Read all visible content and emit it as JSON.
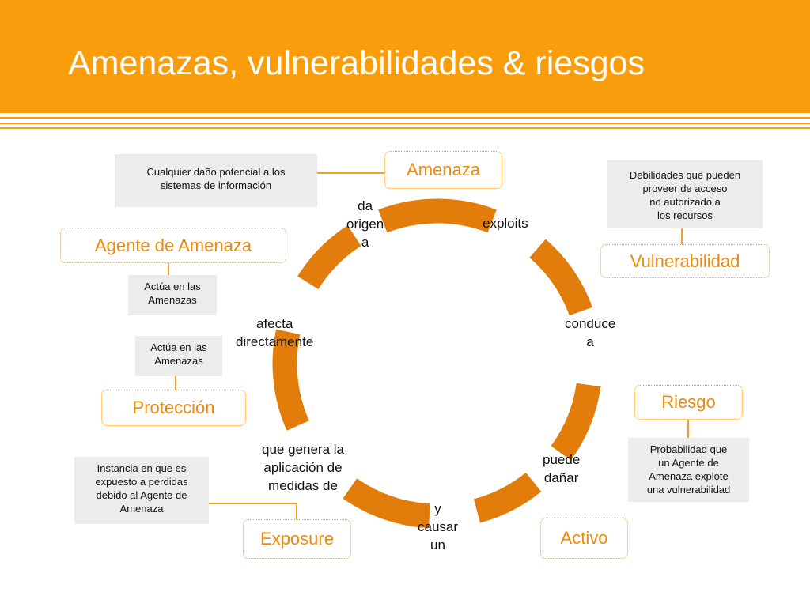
{
  "slide": {
    "title": "Amenazas, vulnerabilidades & riesgos",
    "accent_color": "#f99d0c",
    "arc_color": "#e27d0b",
    "connector_color": "#f5a024"
  },
  "concepts": {
    "amenaza": "Amenaza",
    "vulnerabilidad": "Vulnerabilidad",
    "riesgo": "Riesgo",
    "activo": "Activo",
    "exposure": "Exposure",
    "proteccion": "Protección",
    "agente": "Agente de Amenaza"
  },
  "cycle_labels": {
    "exploits": "exploits",
    "conduce_a": "conduce\na",
    "puede_danar": "puede\ndañar",
    "y_causar_un": "y\ncausar\nun",
    "que_genera": "que genera la\naplicación de\nmedidas de",
    "afecta": "afecta\ndirectamente",
    "da_origen": "da\norigen\na"
  },
  "definitions": {
    "amenaza": "Cualquier daño potencial a los\nsistemas de información",
    "vulnerabilidad": "Debilidades que pueden\nproveer de acceso\nno autorizado a\nlos recursos",
    "agente": "Actúa en las\nAmenazas",
    "proteccion": "Actúa en las\nAmenazas",
    "riesgo": "Probabilidad que\nun Agente de\nAmenaza explote\nuna vulnerabilidad",
    "exposure": "Instancia en que es\nexpuesto a perdidas\ndebido al Agente de\nAmenaza"
  }
}
